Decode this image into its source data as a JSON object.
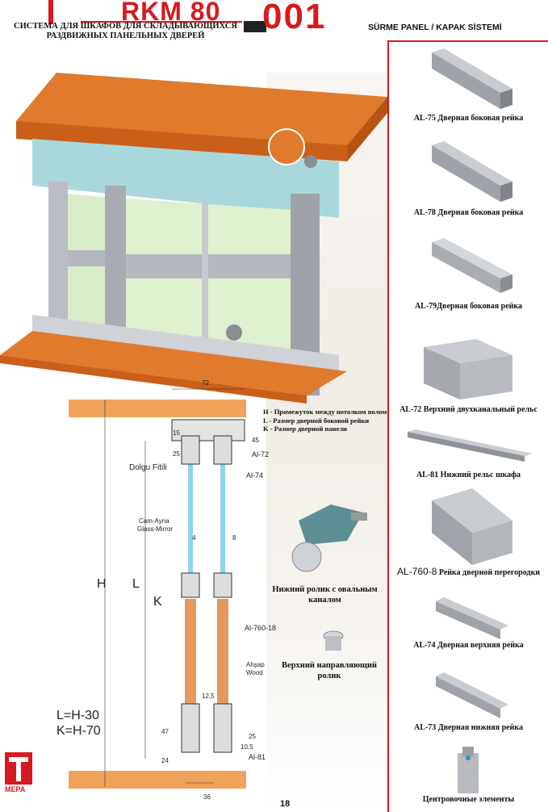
{
  "header": {
    "series": "RKM 80",
    "code": "001",
    "subtitle": "СИСТЕМА ДЛЯ ШКАФОВ ДЛЯ СКЛАДЫВАЮЩИХСЯ РАЗДВИЖНЫХ ПАНЕЛЬНЫХ ДВЕРЕЙ",
    "system_title": "SÜRME PANEL / KAPAK SİSTEMİ"
  },
  "products": [
    {
      "label": "AL-75 Дверная боковая рейка"
    },
    {
      "label": "AL-78 Дверная боковая рейка"
    },
    {
      "label": "AL-79Дверная боковая рейка"
    },
    {
      "label": "AL-72 Верхний двухканальный рельс"
    },
    {
      "label": "AL-81 Нижний рельс шкафа"
    },
    {
      "label_code": "AL-760-8",
      "label_text": "Рейка дверной перегородки"
    },
    {
      "label": "AL-74 Дверная верхняя рейка"
    },
    {
      "label": "AL-73 Дверная нижняя рейка"
    },
    {
      "label": "Центровочные элементы"
    }
  ],
  "legend": {
    "h": "H - Промежуток между потолком полом",
    "l": "L - Размер дверной боковой рейки",
    "k": "K - Размер дверной панели"
  },
  "captions": {
    "lower_roller": "Нижний ролик с овальным каналом",
    "upper_roller": "Верхний направляющий ролик"
  },
  "drawing": {
    "dim_72": "72",
    "dim_15": "15",
    "dim_45": "45",
    "dim_25": "25",
    "al72": "Al-72",
    "al74": "Al-74",
    "dolgu": "Dolgu Fitili",
    "glass_1": "Cam-Ayna",
    "glass_2": "Glass-Mirror",
    "dim_4": "4",
    "dim_8": "8",
    "H": "H",
    "L": "L",
    "K": "K",
    "al760": "Al-760-18",
    "wood_1": "Ahşap",
    "wood_2": "Wood",
    "dim_125": "12,5",
    "formula_l": "L=H-30",
    "formula_k": "K=H-70",
    "dim_47": "47",
    "dim_25b": "25",
    "dim_105": "10,5",
    "dim_24": "24",
    "al81": "Al-81",
    "dim_36": "36"
  },
  "footer": {
    "page_number": "18",
    "logo_text": "MEPA"
  },
  "colors": {
    "brand_red": "#d71920",
    "wood_orange": "#e07a2c",
    "aluminum": "#b9bcc2",
    "glass_blue": "#8fd3ef"
  }
}
